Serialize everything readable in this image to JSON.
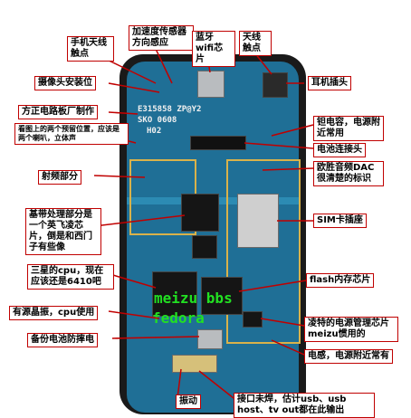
{
  "labels": {
    "antenna_contact": "手机天线触点",
    "accel_sensor": "加速度传感器方向感应",
    "bt_wifi": "蓝牙wifi芯片",
    "antenna_point": "天线触点",
    "earphone_jack": "耳机插头",
    "camera_mount": "摄像头安装位",
    "board_maker": "方正电路板厂制作",
    "hole_note": "看图上的两个预留位置，应该是两个喇叭，立体声",
    "power_cap": "钽电容，电源附近常用",
    "battery_connector": "电池连接头",
    "rf_section": "射频部分",
    "dac": "欧胜音频DAC很清楚的标识",
    "baseband": "基带处理部分是一个英飞凌芯片，倒是和西门子有些像",
    "sim_slot": "SIM卡插座",
    "cpu": "三星的cpu，现在应该还是6410吧",
    "flash": "flash内存芯片",
    "crystal": "有源晶振，cpu使用",
    "power_mgmt": "凌特的电源管理芯片meizu惯用的",
    "backup_battery": "备份电池防摔电",
    "inductor": "电感，电源附近常有",
    "vibration": "振动",
    "interface": "接口未焊，估计usb、usb host、tv out都在此输出"
  },
  "board_text": {
    "line1": "E315858 ZP@Y2",
    "line2": "SKO 0608",
    "line3": "H02"
  },
  "watermark": {
    "line1": "meizu bbs",
    "line2": "fedora"
  },
  "colors": {
    "label_border": "#c00000",
    "board": "#1f6f96",
    "watermark": "#22e022"
  }
}
